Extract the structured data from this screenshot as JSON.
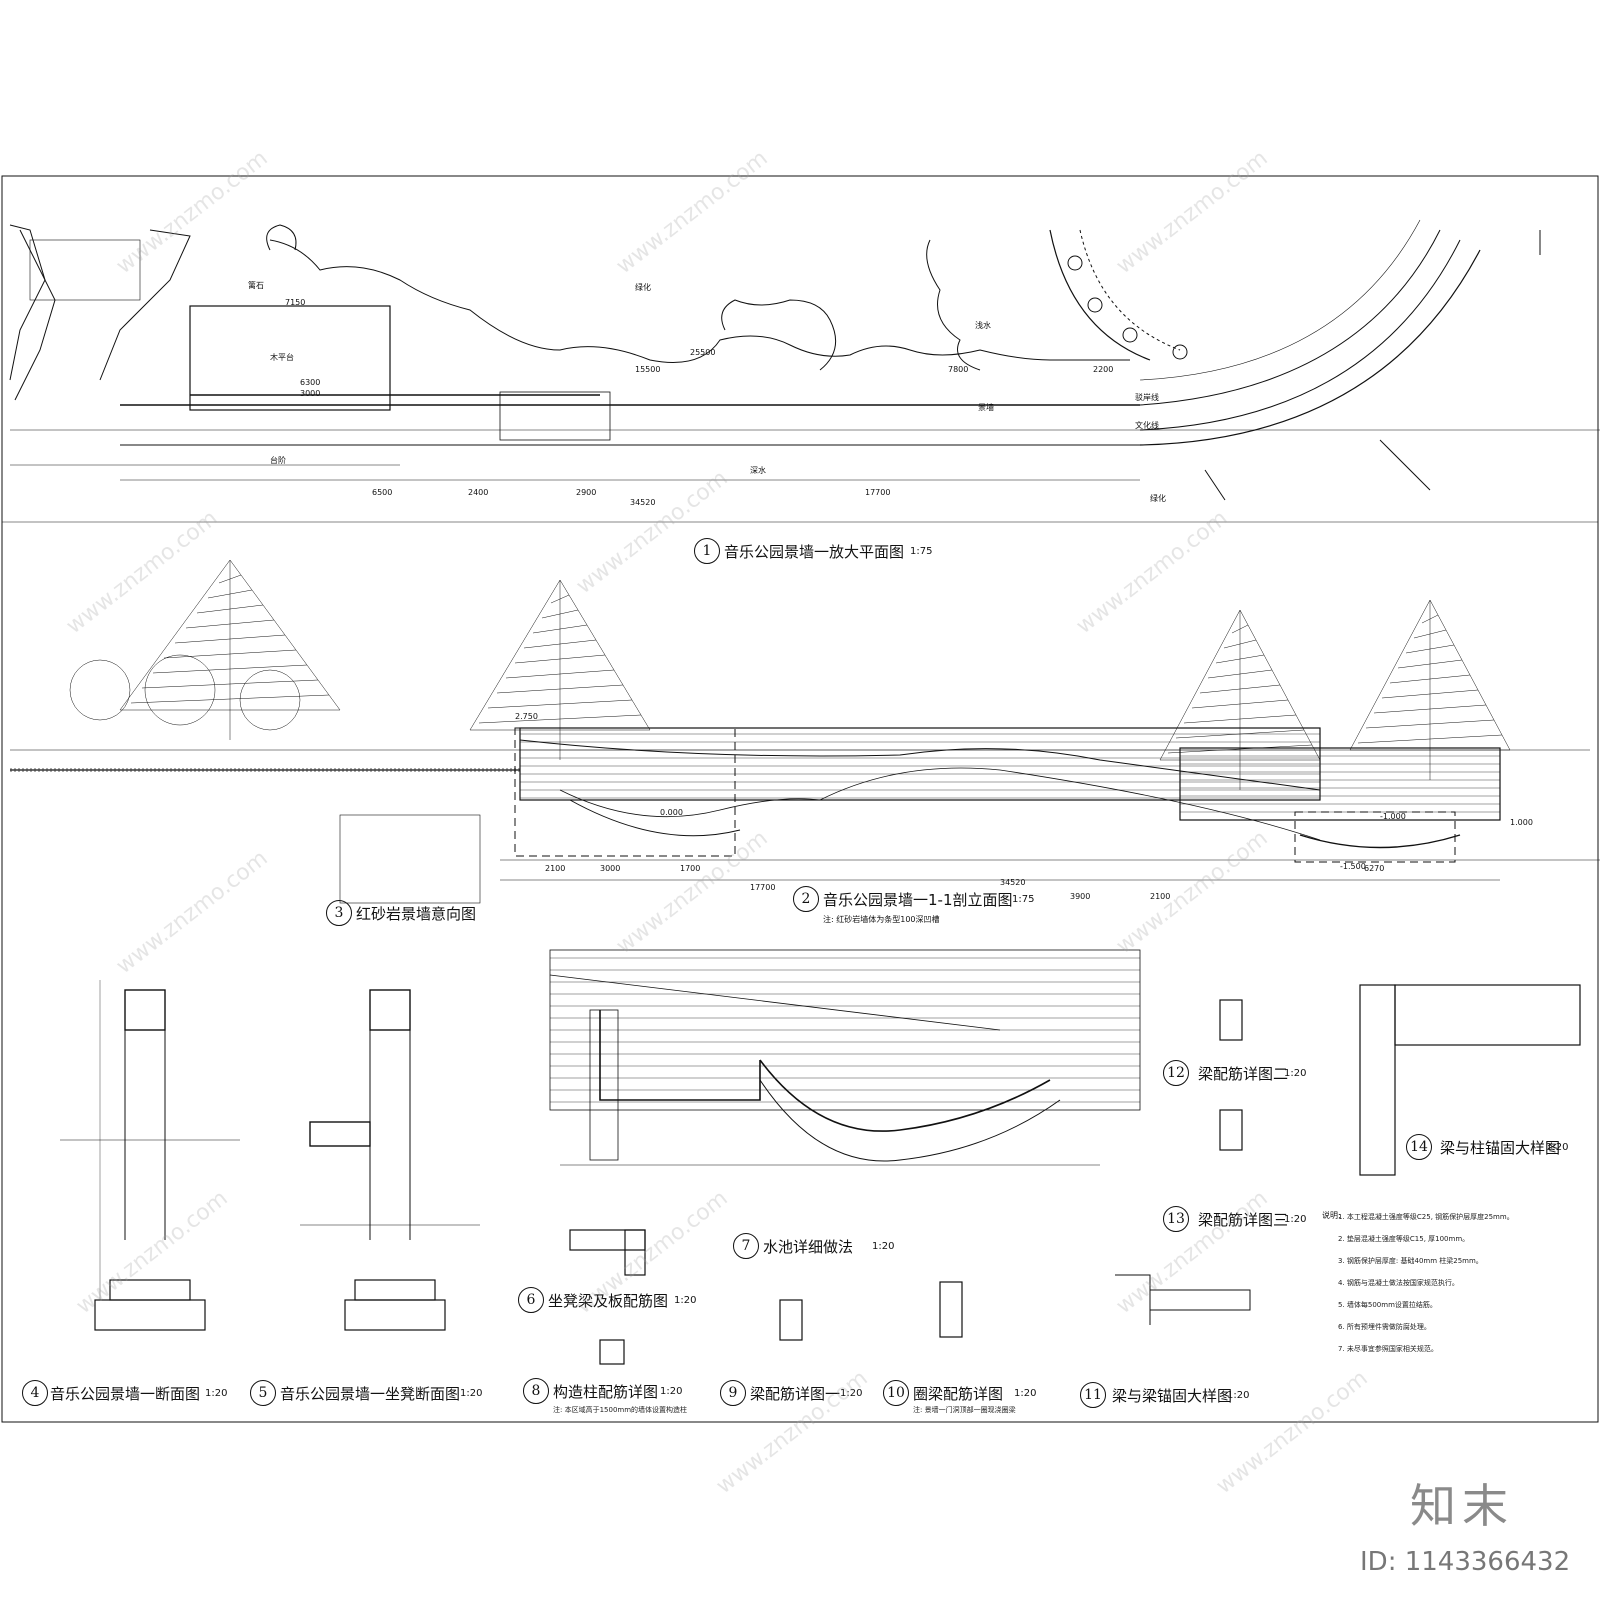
{
  "plan": {
    "num": "1",
    "title": "音乐公园景墙一放大平面图",
    "scale": "1:75",
    "labels": [
      "篱石",
      "绿化",
      "浅水",
      "深水",
      "木平台",
      "台阶",
      "景墙",
      "驳岸线",
      "文化线",
      "绿化"
    ],
    "dims": [
      "7150",
      "25500",
      "15500",
      "7800",
      "2200",
      "6300",
      "3000",
      "34520",
      "17700",
      "6500",
      "2400",
      "2900"
    ]
  },
  "section": {
    "num": "2",
    "title": "音乐公园景墙一1-1剖立面图",
    "scale": "1:75",
    "note": "注: 红砂岩墙体为条型100深凹槽",
    "dims": [
      "2100",
      "3000",
      "1700",
      "6270",
      "17700",
      "34520",
      "3900",
      "2100"
    ],
    "levels": [
      "2.750",
      "0.000",
      "-1.000",
      "1.000",
      "-1.500"
    ]
  },
  "detail3": {
    "num": "3",
    "title": "红砂岩景墙意向图"
  },
  "detail4": {
    "num": "4",
    "title": "音乐公园景墙一断面图",
    "scale": "1:20"
  },
  "detail5": {
    "num": "5",
    "title": "音乐公园景墙一坐凳断面图",
    "scale": "1:20"
  },
  "detail6": {
    "num": "6",
    "title": "坐凳梁及板配筋图",
    "scale": "1:20"
  },
  "detail7": {
    "num": "7",
    "title": "水池详细做法",
    "scale": "1:20"
  },
  "detail8": {
    "num": "8",
    "title": "构造柱配筋详图",
    "scale": "1:20",
    "note": "注: 本区域高于1500mm的墙体设置构造柱"
  },
  "detail9": {
    "num": "9",
    "title": "梁配筋详图一",
    "scale": "1:20"
  },
  "detail10": {
    "num": "10",
    "title": "圈梁配筋详图",
    "scale": "1:20",
    "note": "注: 景墙一门洞顶部一圈现浇圈梁"
  },
  "detail11": {
    "num": "11",
    "title": "梁与梁锚固大样图",
    "scale": "1:20"
  },
  "detail12": {
    "num": "12",
    "title": "梁配筋详图二",
    "scale": "1:20"
  },
  "detail13": {
    "num": "13",
    "title": "梁配筋详图三",
    "scale": "1:20"
  },
  "detail14": {
    "num": "14",
    "title": "梁与柱锚固大样图",
    "scale": "1:20"
  },
  "notes": {
    "head": "说明:",
    "lines": [
      "1. 本工程混凝土强度等级C25, 钢筋保护层厚度25mm。",
      "2. 垫层混凝土强度等级C15, 厚100mm。",
      "3. 钢筋保护层厚度: 基础40mm 柱梁25mm。",
      "4. 钢筋与混凝土做法按国家规范执行。",
      "5. 墙体每500mm设置拉结筋。",
      "6. 所有预埋件需做防腐处理。",
      "7. 未尽事宜参照国家相关规范。"
    ]
  },
  "logo": {
    "text": "知末",
    "id": "ID: 1143366432"
  },
  "watermark": "www.znzmo.com",
  "colors": {
    "ink": "#111111",
    "watermark": "#a0a0a0"
  }
}
